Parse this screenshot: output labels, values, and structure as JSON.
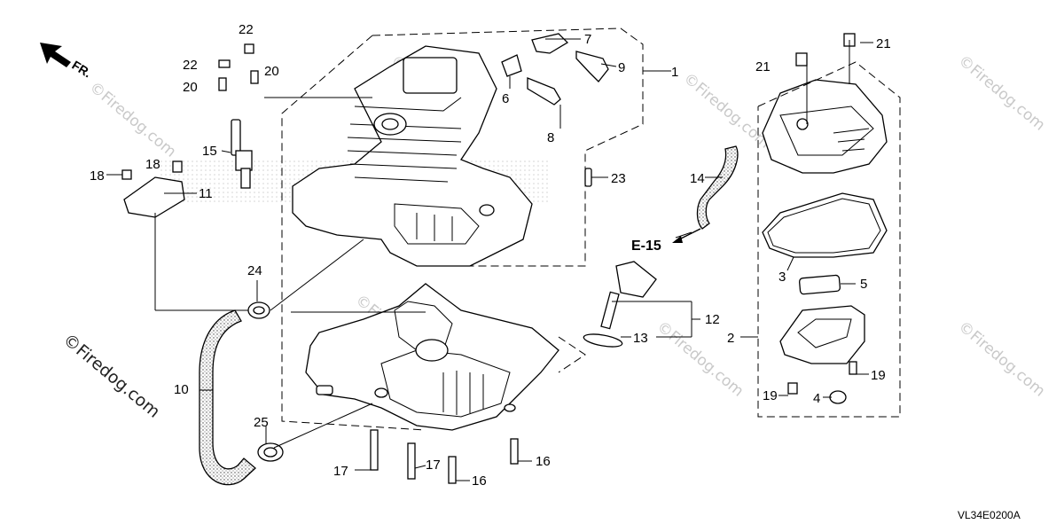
{
  "direction_label": "FR.",
  "reference_label": "E-15",
  "diagram_code": "VL34E0200A",
  "watermark_text": "©Firedog.com",
  "part_numbers": [
    "1",
    "2",
    "3",
    "4",
    "5",
    "6",
    "7",
    "8",
    "9",
    "10",
    "11",
    "12",
    "13",
    "14",
    "15",
    "16",
    "17",
    "18",
    "19",
    "20",
    "21",
    "22",
    "23",
    "24",
    "25"
  ],
  "callouts": {
    "c1": "1",
    "c2": "2",
    "c3": "3",
    "c4": "4",
    "c5": "5",
    "c6": "6",
    "c7": "7",
    "c8": "8",
    "c9": "9",
    "c10": "10",
    "c11": "11",
    "c12": "12",
    "c13": "13",
    "c14": "14",
    "c15": "15",
    "c16a": "16",
    "c16b": "16",
    "c17a": "17",
    "c17b": "17",
    "c18a": "18",
    "c18b": "18",
    "c19a": "19",
    "c19b": "19",
    "c20a": "20",
    "c20b": "20",
    "c21a": "21",
    "c21b": "21",
    "c22a": "22",
    "c22b": "22",
    "c23": "23",
    "c24": "24",
    "c25": "25"
  },
  "colors": {
    "line": "#000000",
    "watermark": "#c9c9c9",
    "background": "#ffffff"
  }
}
